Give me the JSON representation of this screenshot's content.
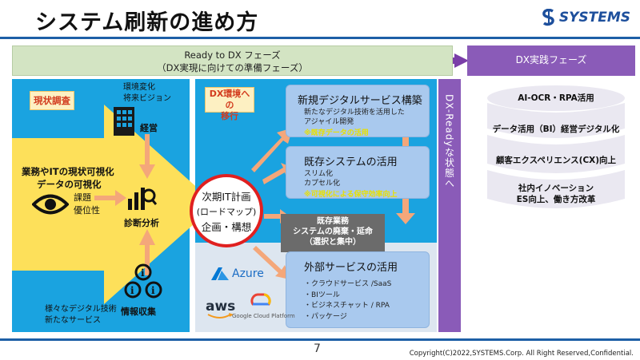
{
  "header": {
    "title": "システム刷新の進め方",
    "logo_text": "SYSTEMS"
  },
  "phases": {
    "ready_line1": "Ready to DX フェーズ",
    "ready_line2": "（DX実現に向けての準備フェーズ）",
    "practice": "DX実践フェーズ",
    "dx_ready_vertical": "DX-Readyな状態へ"
  },
  "left": {
    "tag": "現状調査",
    "env_change": [
      "環境変化",
      "将来ビジョン"
    ],
    "management": "経営",
    "visualize_line1": "業務やITの現状可視化",
    "visualize_line2": "データの可視化",
    "issues": [
      "課題",
      "優位性"
    ],
    "diagnosis": "診断分析",
    "info_collect": "情報収集",
    "tech_line1": "様々なデジタル技術",
    "tech_line2": "新たなサービス"
  },
  "middle": {
    "tag_line1": "DX環境への",
    "tag_line2": "移行",
    "plan_lines": [
      "次期IT計画",
      "(ロードマップ)",
      "企画・構想"
    ],
    "card1": {
      "title": "新規デジタルサービス構築",
      "sub1": "新たなデジタル技術を活用した",
      "sub2": "アジャイル開発",
      "note": "※既存データの活用"
    },
    "card2": {
      "title": "既存システムの活用",
      "sub1": "スリム化",
      "sub2": "カプセル化",
      "note": "※可視化による保守効率向上"
    },
    "existing": {
      "line1": "既存業務",
      "line2": "システムの廃棄・延命",
      "line3": "（選択と集中）"
    },
    "card3": {
      "title": "外部サービスの活用",
      "items": [
        "・クラウドサービス /SaaS",
        "・BIツール",
        "・ビジネスチャット / RPA",
        "・パッケージ"
      ]
    },
    "vendors": {
      "azure": "Azure",
      "aws": "aws",
      "gcp": "Google Cloud Platform"
    }
  },
  "right": {
    "items": [
      "AI-OCR・RPA活用",
      "データ活用（BI）経営デジタル化",
      "顧客エクスペリエンス(CX)向上",
      "社内イノベーション",
      "ES向上、働き方改革"
    ]
  },
  "footer": {
    "page_number": "7",
    "copyright": "Copyright(C)2022,SYSTEMS.Corp. All Right Reserved,Confidential."
  },
  "colors": {
    "blue": "#1aa3e0",
    "purple": "#8a5bb8",
    "green": "#d3e4c3",
    "yellow": "#fde05a",
    "orange": "#f4a77a",
    "red": "#e02020"
  }
}
